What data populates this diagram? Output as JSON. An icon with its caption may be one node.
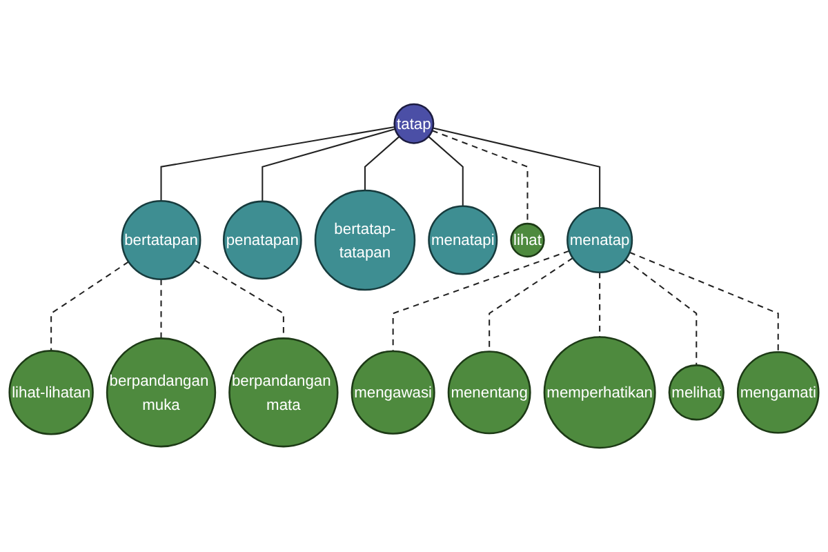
{
  "diagram": {
    "nodes": [
      {
        "text": [
          "lihat-lihatan"
        ]
      },
      {
        "text": [
          "penatapan"
        ]
      },
      {
        "text": [
          "bertatap-tatapan"
        ]
      },
      {
        "text": [
          "berpandangan muka"
        ]
      },
      {
        "text": [
          "bertatapan"
        ]
      },
      {
        "text": [
          "menatapi"
        ]
      },
      {
        "text": [
          "tatap"
        ]
      },
      {
        "text": [
          "berpandangan mata"
        ]
      },
      {
        "text": [
          "lihat"
        ]
      },
      {
        "text": [
          "mengawasi"
        ]
      },
      {
        "text": [
          "menatap"
        ]
      },
      {
        "text": [
          "menentang"
        ]
      },
      {
        "text": [
          "mengamati"
        ]
      },
      {
        "text": [
          "memperhatikan"
        ]
      },
      {
        "text": [
          "melihat"
        ]
      }
    ],
    "edges": [
      {
        "from": 6,
        "to": 4,
        "arrow": "none"
      },
      {
        "from": 6,
        "to": 1,
        "arrow": "none"
      },
      {
        "from": 6,
        "to": 2,
        "arrow": "none"
      },
      {
        "from": 6,
        "to": 5,
        "arrow": "none"
      },
      {
        "from": 6,
        "to": 8,
        "arrow": "none",
        "style": "dashed"
      },
      {
        "from": 6,
        "to": 10,
        "arrow": "none"
      },
      {
        "from": 4,
        "to": 0,
        "arrow": "none",
        "style": "dashed"
      },
      {
        "from": 4,
        "to": 3,
        "arrow": "none",
        "style": "dashed"
      },
      {
        "from": 4,
        "to": 7,
        "arrow": "none",
        "style": "dashed"
      },
      {
        "from": 10,
        "to": 9,
        "arrow": "none",
        "style": "dashed"
      },
      {
        "from": 10,
        "to": 11,
        "arrow": "none",
        "style": "dashed"
      },
      {
        "from": 10,
        "to": 13,
        "arrow": "none",
        "style": "dashed"
      },
      {
        "from": 10,
        "to": 14,
        "arrow": "none",
        "style": "dashed"
      },
      {
        "from": 10,
        "to": 12,
        "arrow": "none",
        "style": "dashed"
      }
    ]
  }
}
